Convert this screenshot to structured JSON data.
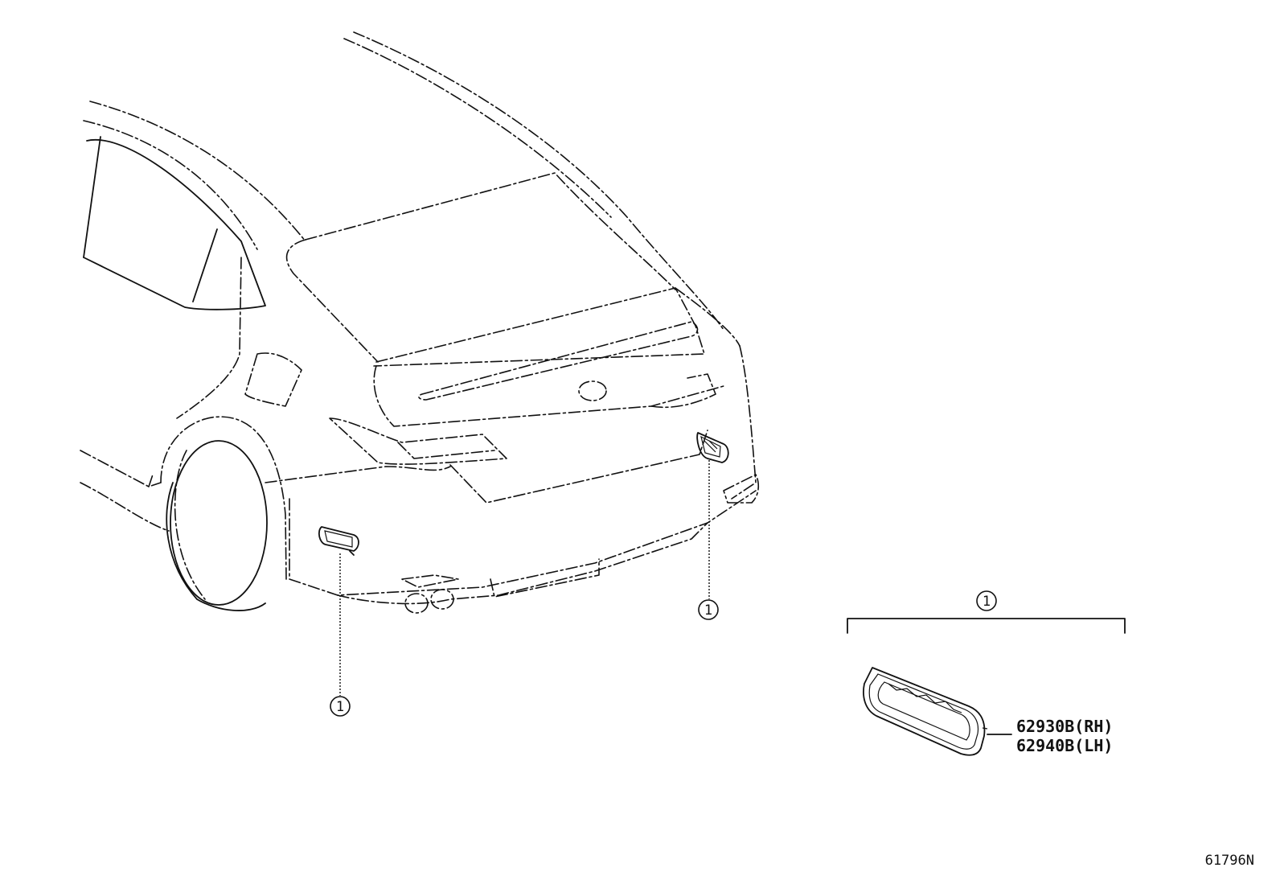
{
  "callouts": {
    "left_reflector": "1",
    "right_reflector": "1",
    "detail": "1"
  },
  "parts": [
    {
      "number": "62930B",
      "side": "(RH)"
    },
    {
      "number": "62940B",
      "side": "(LH)"
    }
  ],
  "reference_code": "61796N",
  "colors": {
    "line": "#111111",
    "background": "#ffffff"
  }
}
